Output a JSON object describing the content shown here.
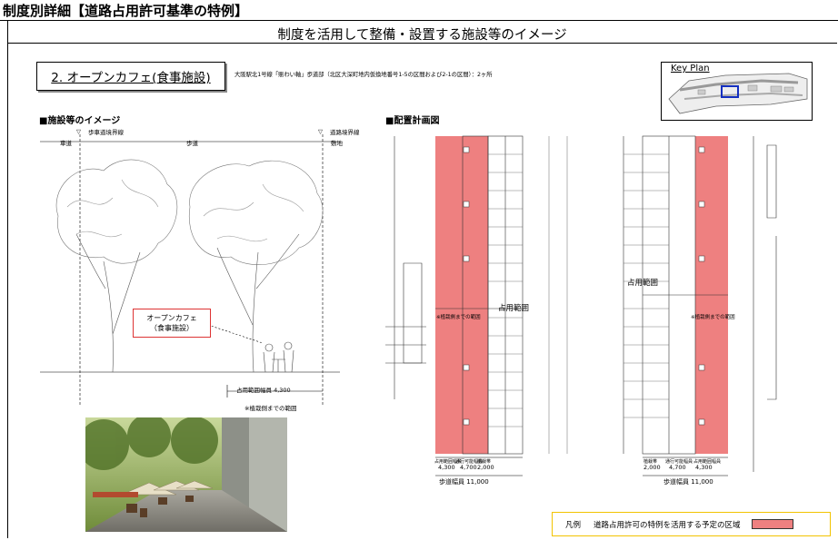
{
  "header": {
    "title": "制度別詳細【道路占用許可基準の特例】",
    "subtitle": "制度を活用して整備・設置する施設等のイメージ"
  },
  "section": {
    "title": "2. オープンカフェ(食事施設)",
    "description": "大阪駅北1号線「賑わい軸」歩道部（北区大深町地内仮換地番号1-5の区間および2-1の区間）：2ヶ所"
  },
  "keyplan": {
    "label": "Key Plan"
  },
  "facility_image": {
    "heading": "■施設等のイメージ",
    "boundary_left": "歩車道境界線",
    "boundary_right": "道路境界線",
    "label_roadway": "車道",
    "label_sidewalk": "歩道",
    "label_site": "敷地",
    "cafe_label_line1": "オープンカフェ",
    "cafe_label_line2": "（食事施設）",
    "width_label": "占用範囲幅員  4,300",
    "note": "※植栽側までの範囲"
  },
  "layout_plan": {
    "heading": "■配置計画図",
    "occupancy_label": "占用範囲",
    "planting_note": "※植栽側までの範囲",
    "left_widths": [
      {
        "name": "占用範囲幅員",
        "value": "4,300"
      },
      {
        "name": "通行可能幅員",
        "value": "4,700"
      },
      {
        "name": "植栽帯",
        "value": "2,000"
      }
    ],
    "right_widths": [
      {
        "name": "植栽帯",
        "value": "2,000"
      },
      {
        "name": "通行可能幅員",
        "value": "4,700"
      },
      {
        "name": "占用範囲幅員",
        "value": "4,300"
      }
    ],
    "total_label": "歩道幅員  11,000"
  },
  "legend": {
    "label": "凡例",
    "text": "道路占用許可の特例を活用する予定の区域",
    "swatch_color": "#ee8080"
  }
}
